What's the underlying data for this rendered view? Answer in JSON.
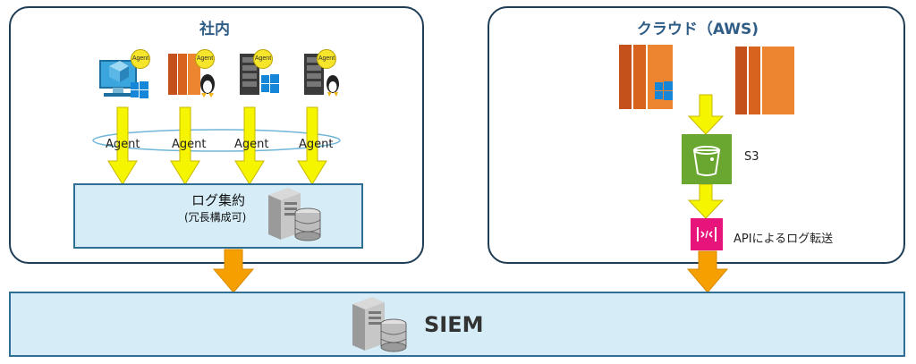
{
  "onprem": {
    "title": "社内",
    "badge": "Agent",
    "agent_labels": [
      "Agent",
      "Agent",
      "Agent",
      "Agent"
    ],
    "aggregation": {
      "title": "ログ集約",
      "subtitle": "(冗長構成可)"
    }
  },
  "cloud": {
    "title": "クラウド（AWS)",
    "s3_label": "S3",
    "api_label": "APIによるログ転送"
  },
  "siem": {
    "label": "SIEM"
  },
  "colors": {
    "panel_border": "#1f3d55",
    "title": "#2f5d86",
    "box_fill": "#d6edf8",
    "box_border": "#2f6f96",
    "arrow_yellow": "#f5f500",
    "arrow_orange": "#f5a000",
    "aws_orange": "#e8762d",
    "s3_green": "#6aa730",
    "api_pink": "#e7157b"
  }
}
